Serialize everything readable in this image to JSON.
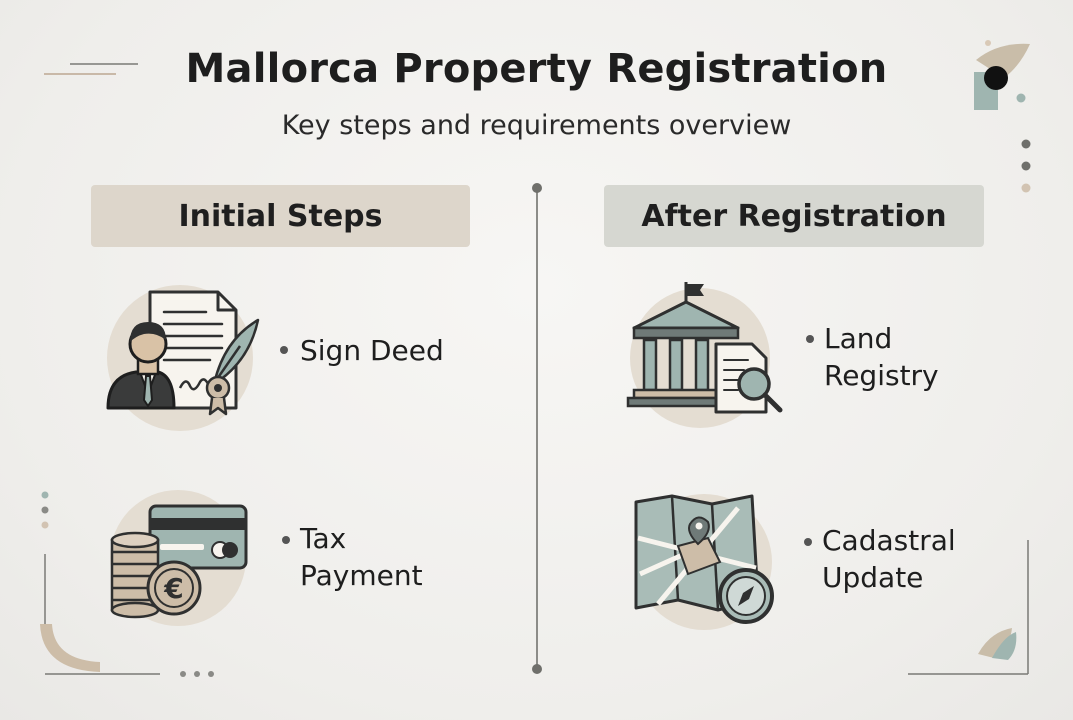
{
  "title": "Mallorca Property Registration",
  "subtitle": "Key steps and requirements overview",
  "left_column": {
    "header": "Initial Steps",
    "items": [
      {
        "label_lines": [
          "Sign Deed"
        ],
        "icon": "signed-deed-icon"
      },
      {
        "label_lines": [
          "Tax",
          "Payment"
        ],
        "icon": "tax-payment-icon"
      }
    ]
  },
  "right_column": {
    "header": "After Registration",
    "items": [
      {
        "label_lines": [
          "Land",
          "Registry"
        ],
        "icon": "land-registry-icon"
      },
      {
        "label_lines": [
          "Cadastral",
          "Update"
        ],
        "icon": "cadastral-map-icon"
      }
    ]
  },
  "colors": {
    "left_header_bg": "#ddd6cb",
    "right_header_bg": "#d6d7d1",
    "accent_sage": "#9fb5b0",
    "accent_beige": "#cfc6b8",
    "icon_stroke": "#2f3030"
  }
}
